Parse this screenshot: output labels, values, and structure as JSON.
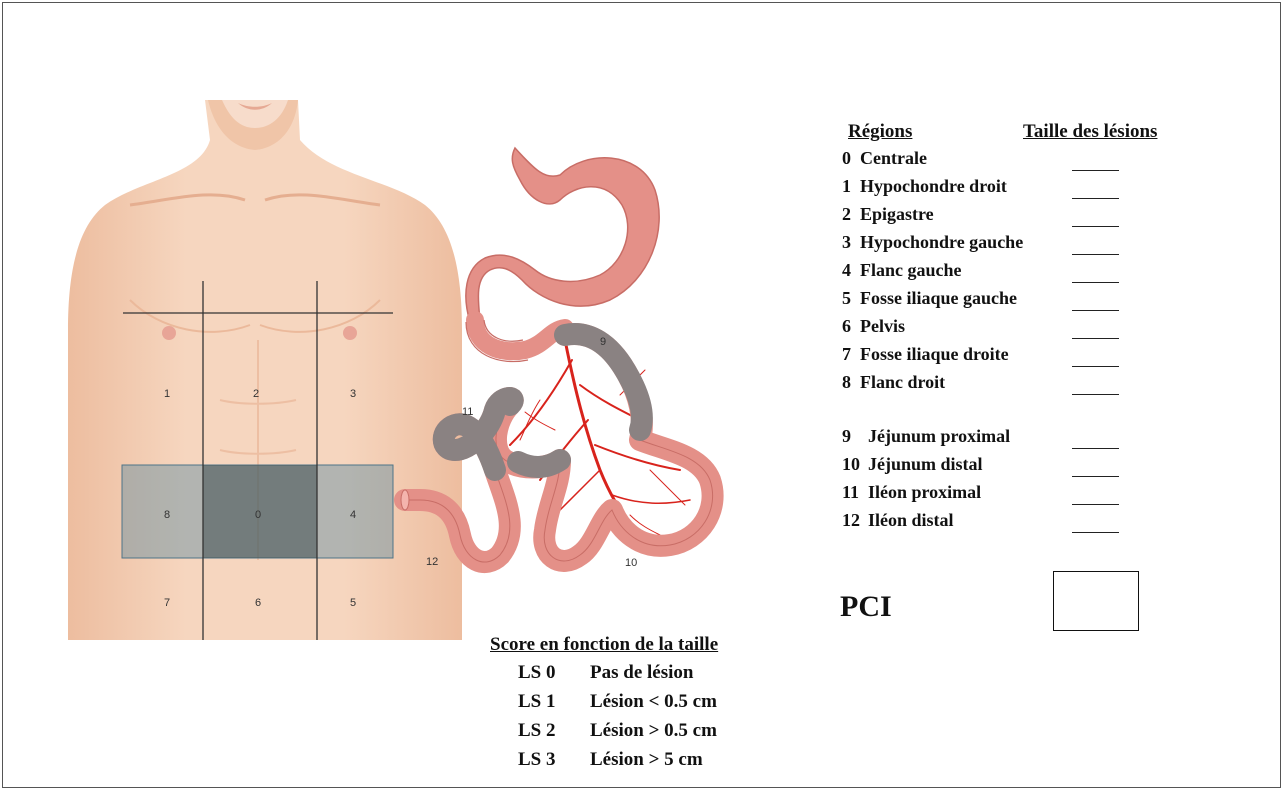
{
  "regions_header": "Régions",
  "size_header": "Taille des lésions",
  "regions": [
    {
      "num": "0",
      "label": "Centrale"
    },
    {
      "num": "1",
      "label": "Hypochondre droit"
    },
    {
      "num": "2",
      "label": "Epigastre"
    },
    {
      "num": "3",
      "label": "Hypochondre gauche"
    },
    {
      "num": "4",
      "label": "Flanc gauche"
    },
    {
      "num": "5",
      "label": "Fosse iliaque gauche"
    },
    {
      "num": "6",
      "label": "Pelvis"
    },
    {
      "num": "7",
      "label": "Fosse iliaque droite"
    },
    {
      "num": "8",
      "label": "Flanc droit"
    }
  ],
  "intestine_regions": [
    {
      "num": "9",
      "label": "Jéjunum proximal"
    },
    {
      "num": "10",
      "label": "Jéjunum distal"
    },
    {
      "num": "11",
      "label": "Iléon proximal"
    },
    {
      "num": "12",
      "label": "Iléon distal"
    }
  ],
  "pci_label": "PCI",
  "score_title": "Score en fonction de la taille",
  "scores": [
    {
      "code": "LS 0",
      "desc": "Pas de lésion"
    },
    {
      "code": "LS 1",
      "desc": "Lésion < 0.5 cm"
    },
    {
      "code": "LS 2",
      "desc": "Lésion > 0.5 cm"
    },
    {
      "code": "LS 3",
      "desc": "Lésion > 5 cm"
    }
  ],
  "torso_grid_labels": [
    "1",
    "2",
    "3",
    "8",
    "0",
    "4",
    "7",
    "6",
    "5"
  ],
  "intestine_labels": {
    "jejunum_proximal": "9",
    "jejunum_distal": "10",
    "ileum_proximal": "11",
    "ileum_distal": "12"
  },
  "colors": {
    "skin": "#f4cfb4",
    "skin_shade": "#e8b596",
    "band": "#5f8ca0",
    "intestine": "#e49088",
    "intestine_dark": "#c86d66",
    "lesion_gray": "#8a8282",
    "vessel": "#d8231c"
  }
}
